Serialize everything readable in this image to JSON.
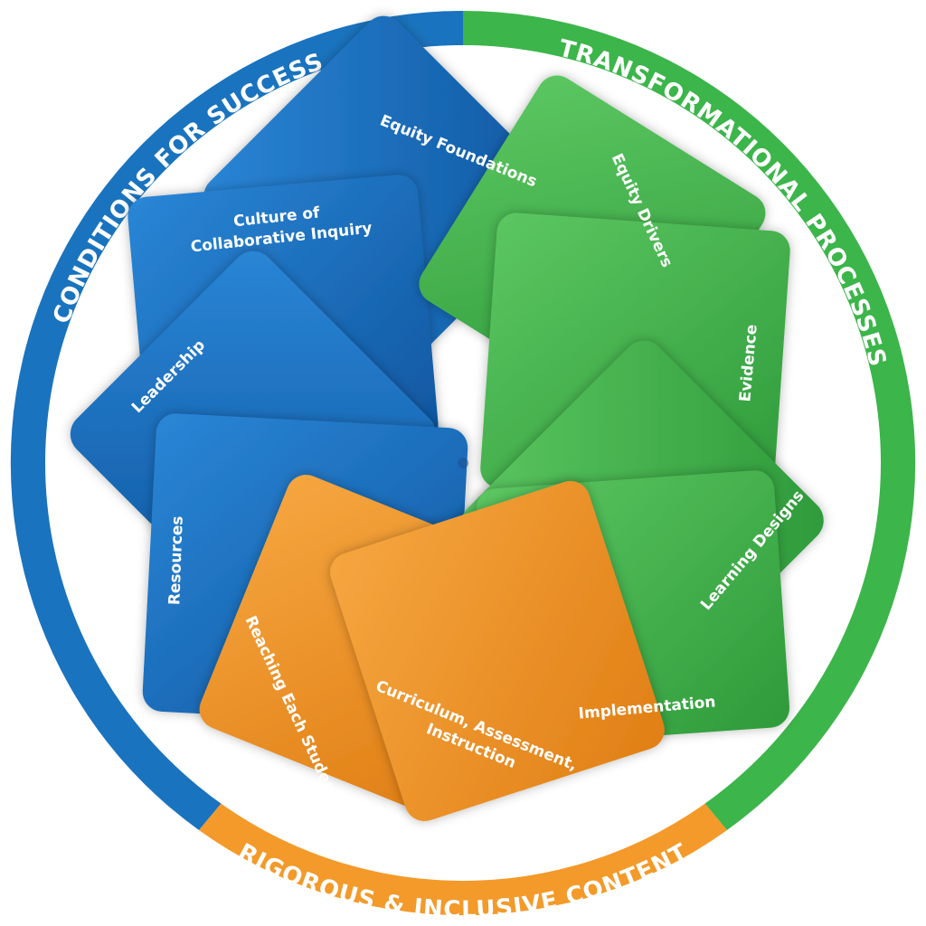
{
  "ring": {
    "segments": [
      {
        "id": "conditions",
        "label": "CONDITIONS FOR SUCCESS",
        "color": "#1a73be"
      },
      {
        "id": "transformational",
        "label": "TRANSFORMATIONAL PROCESSES",
        "color": "#3cb54a"
      },
      {
        "id": "rigorous",
        "label": "RIGOROUS & INCLUSIVE CONTENT",
        "color": "#f39a2a"
      }
    ]
  },
  "cards": [
    {
      "id": "equity-foundations",
      "label": "Equity Foundations",
      "group": "blue"
    },
    {
      "id": "culture-of-collaborative-inquiry",
      "label": "Culture of Collaborative Inquiry",
      "lines": [
        "Culture of",
        "Collaborative Inquiry"
      ],
      "group": "blue"
    },
    {
      "id": "leadership",
      "label": "Leadership",
      "group": "blue"
    },
    {
      "id": "resources",
      "label": "Resources",
      "group": "blue"
    },
    {
      "id": "reaching-each-student",
      "label": "Reaching Each Student",
      "group": "orange"
    },
    {
      "id": "curriculum-assessment-instruction",
      "label": "Curriculum, Assessment, Instruction",
      "lines": [
        "Curriculum, Assessment,",
        "Instruction"
      ],
      "group": "orange"
    },
    {
      "id": "implementation",
      "label": "Implementation",
      "group": "green"
    },
    {
      "id": "learning-designs",
      "label": "Learning Designs",
      "group": "green"
    },
    {
      "id": "evidence",
      "label": "Evidence",
      "group": "green"
    },
    {
      "id": "equity-drivers",
      "label": "Equity Drivers",
      "group": "green"
    }
  ],
  "colors": {
    "blue": "#1566b5",
    "blue_light": "#2a86d6",
    "green": "#3aa844",
    "green_light": "#5cc761",
    "orange": "#e98a1f",
    "orange_light": "#f6a640"
  }
}
